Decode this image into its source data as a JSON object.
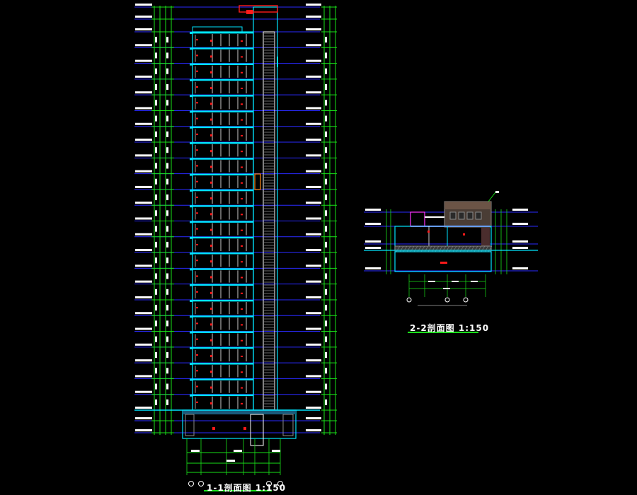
{
  "drawing": {
    "background": "#000000",
    "colors": {
      "cyan": "#00e5ff",
      "blue": "#2a2aff",
      "green": "#19e019",
      "white": "#ffffff",
      "red": "#ff1a1a",
      "magenta": "#ff33ff",
      "orange": "#ff8c1a",
      "gray": "#8a8a8a",
      "brown": "#6b4b3a"
    },
    "section_1_1": {
      "title": "1-1剖面图 1:150",
      "floors_above_ground": 24,
      "basement_levels": 1
    },
    "section_2_2": {
      "title": "2-2剖面图 1:150"
    }
  }
}
